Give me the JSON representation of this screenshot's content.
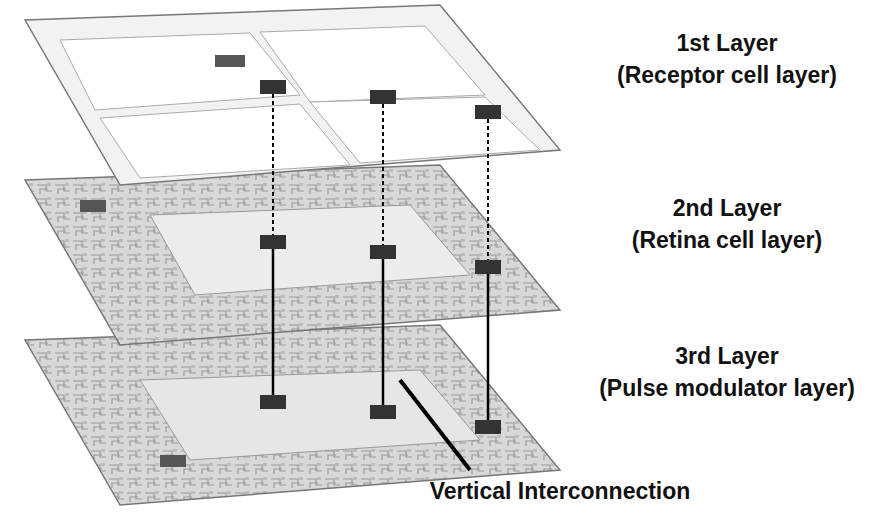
{
  "diagram": {
    "labels": [
      "1st Layer",
      "(Receptor cell layer)",
      "2nd Layer",
      "(Retina cell layer)",
      "3rd Layer",
      "(Pulse modulator layer)",
      "Vertical Interconnection"
    ]
  }
}
